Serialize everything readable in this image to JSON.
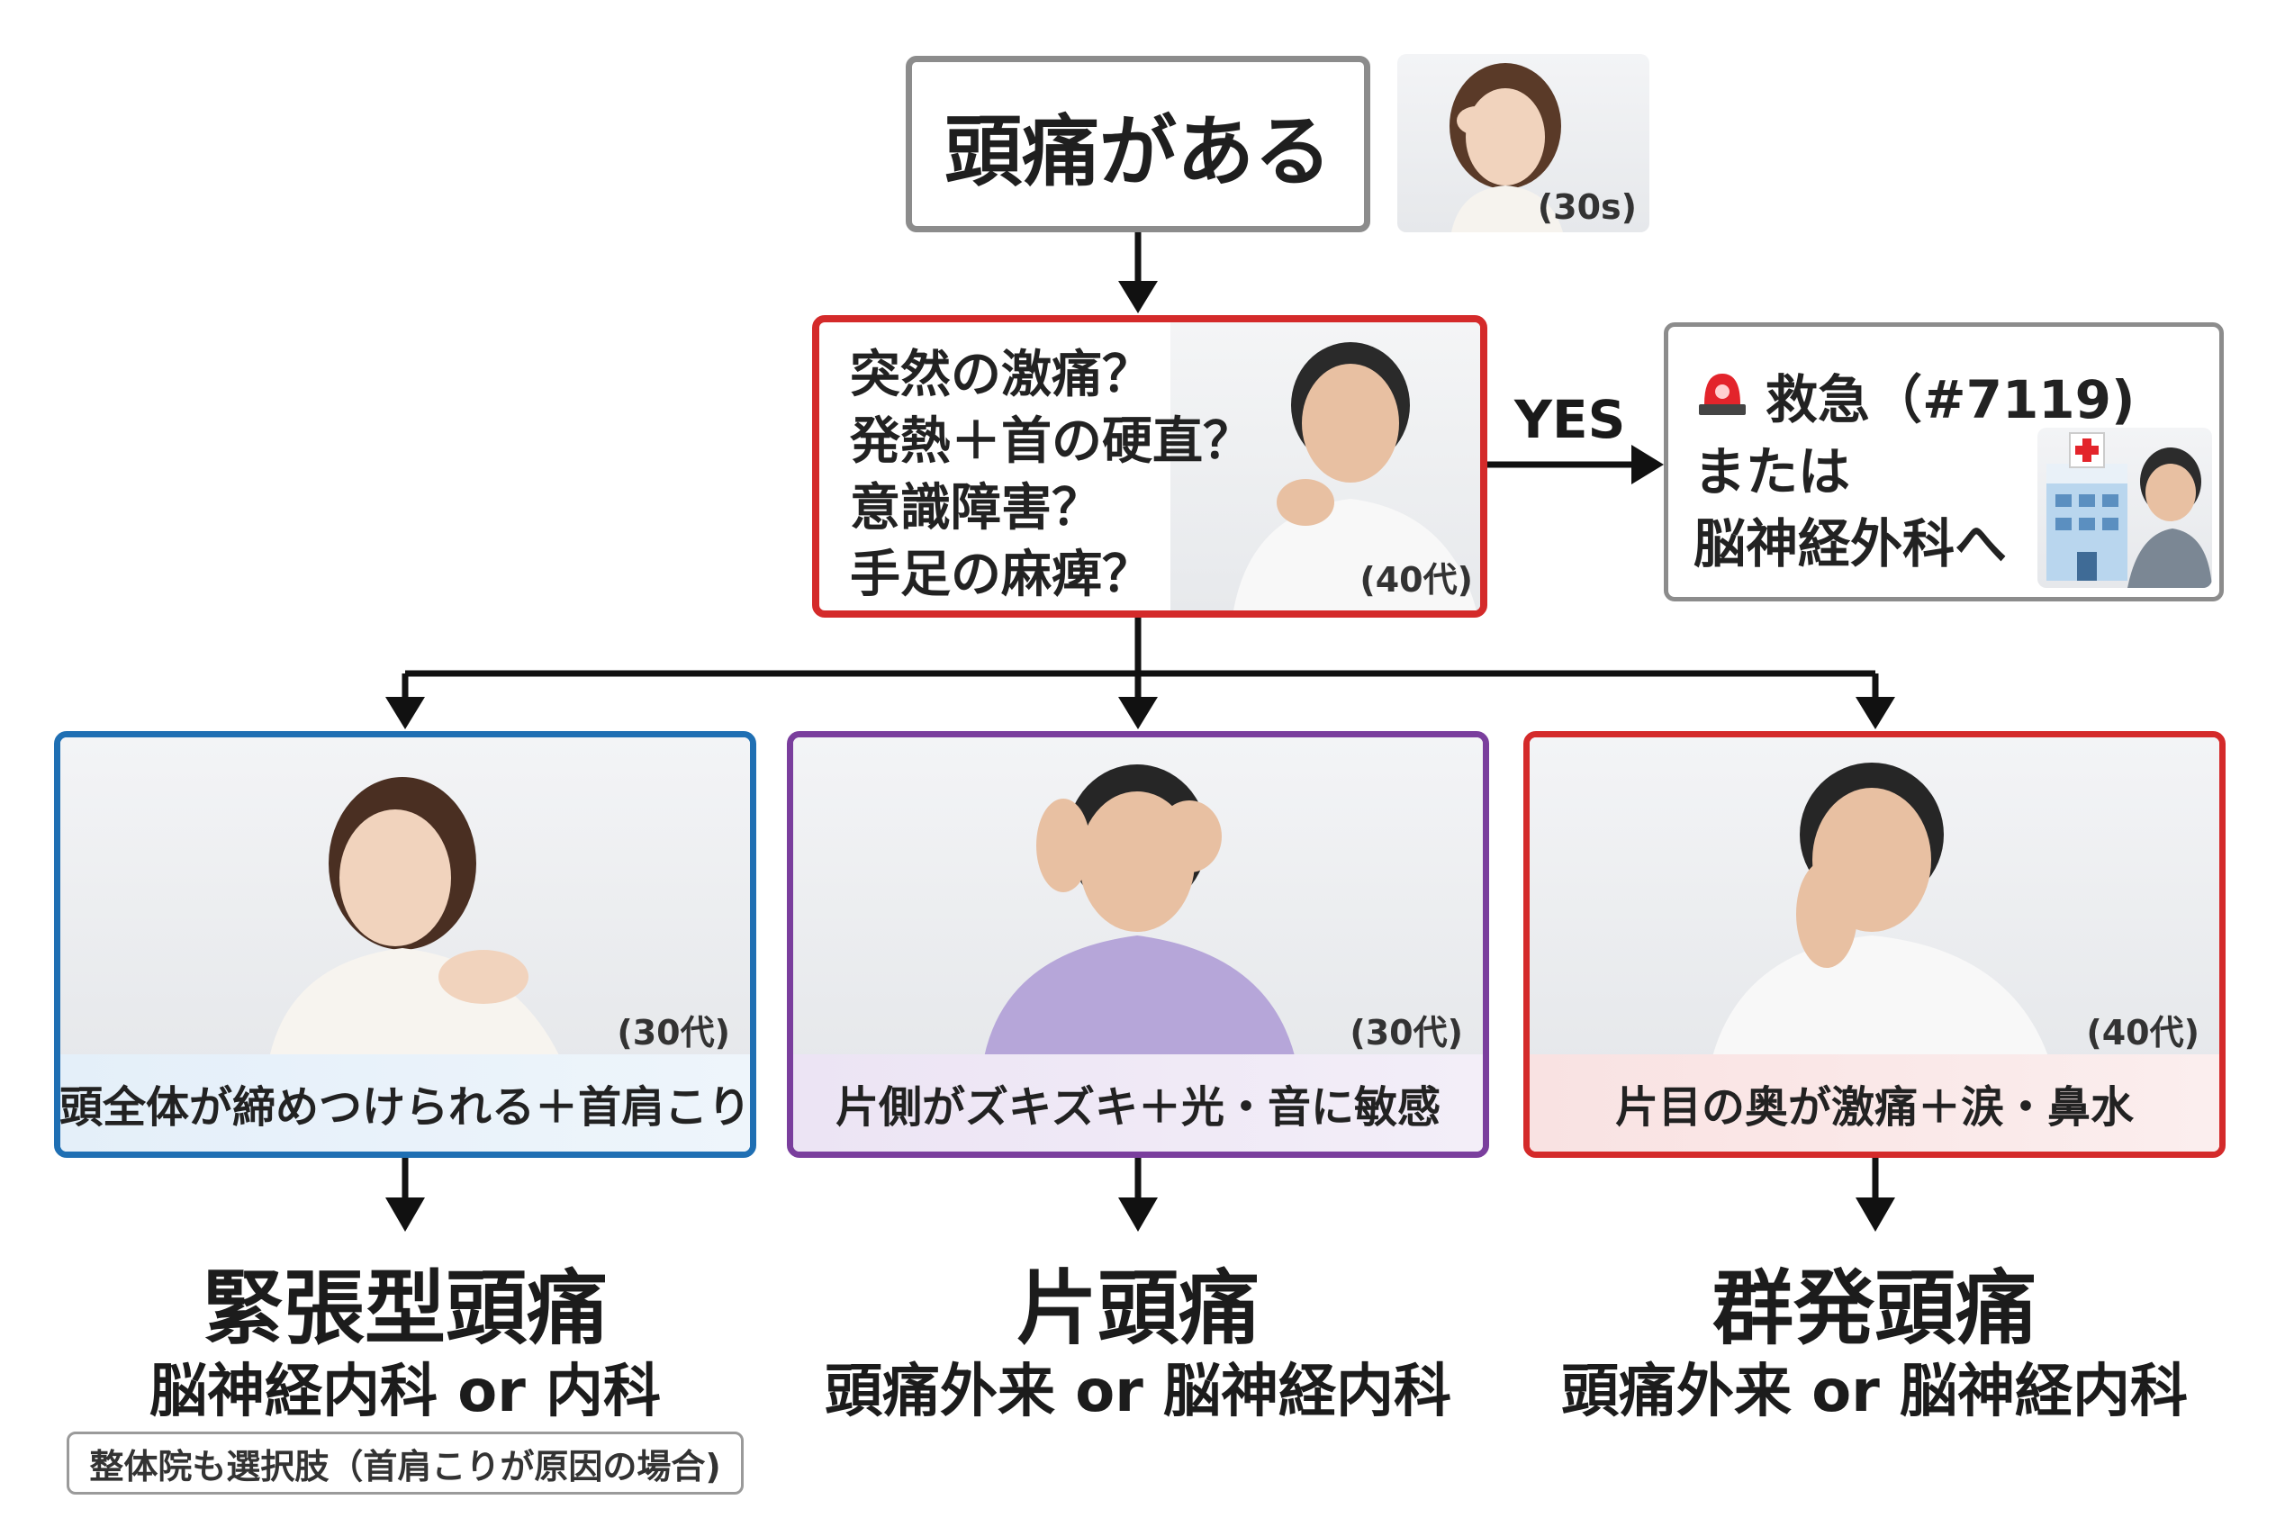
{
  "start": {
    "label": "頭痛がある",
    "age": "(30s)"
  },
  "check": {
    "questions": [
      "突然の激痛？",
      "発熱＋首の硬直？",
      "意識障害？",
      "手足の麻痺？"
    ],
    "age": "(40代)",
    "yes_label": "YES"
  },
  "emergency": {
    "line1": "救急（#7119)",
    "line2": "または",
    "line3": "脳神経外科へ"
  },
  "types": [
    {
      "caption": "頭全体が締めつけられる＋首肩こり",
      "age": "(30代)",
      "color": "#1f6fb3",
      "result": "緊張型頭痛",
      "dept": "脳神経内科 or 内科",
      "note": "整体院も選択肢（首肩こりが原因の場合)"
    },
    {
      "caption": "片側がズキズキ＋光・音に敏感",
      "age": "(30代)",
      "color": "#7a3e9d",
      "result": "片頭痛",
      "dept": "頭痛外来 or 脳神経内科",
      "note": ""
    },
    {
      "caption": "片目の奥が激痛＋涙・鼻水",
      "age": "(40代)",
      "color": "#d42a2a",
      "result": "群発頭痛",
      "dept": "頭痛外来 or 脳神経内科",
      "note": ""
    }
  ],
  "colors": {
    "arrow": "#111111",
    "alert": "#d42a2a",
    "neutral": "#8c8c8c"
  }
}
